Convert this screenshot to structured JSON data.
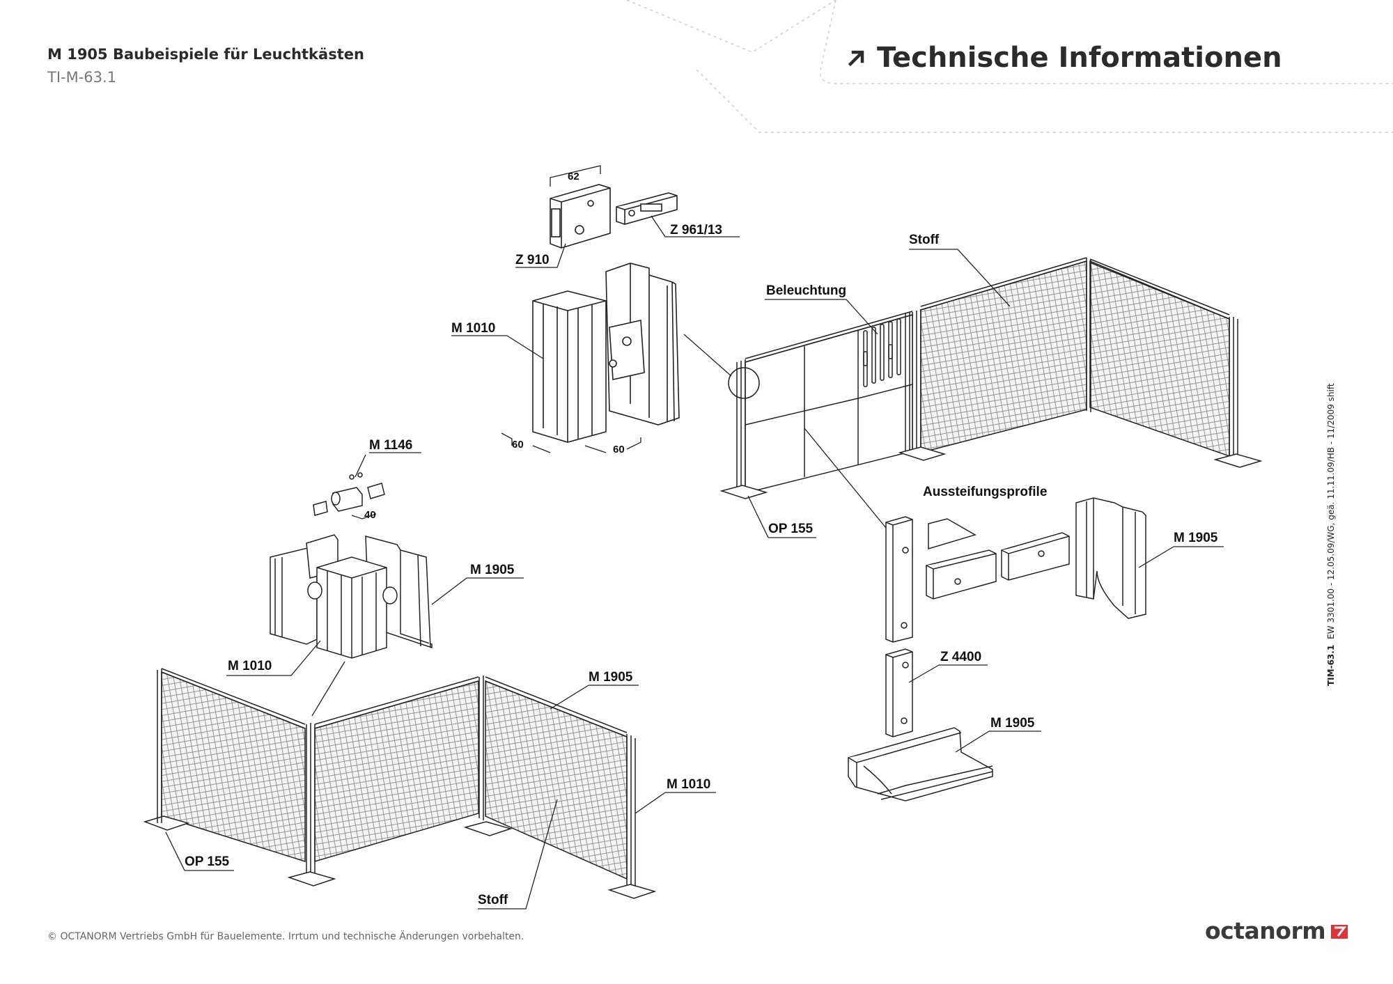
{
  "header": {
    "doc_title": "M 1905 Baubeispiele für Leuchtkästen",
    "doc_code": "TI-M-63.1",
    "section_title": "Technische Informationen",
    "arrow_icon": "arrow-up-right-icon"
  },
  "labels": {
    "z910": "Z 910",
    "z961": "Z 961/13",
    "m1010_top": "M 1010",
    "m1146": "M 1146",
    "m1905_mid": "M 1905",
    "m1010_mid": "M 1010",
    "m1905_bottom": "M 1905",
    "m1010_bottom": "M 1010",
    "op155_bottom": "OP 155",
    "stoff_bottom": "Stoff",
    "stoff_top": "Stoff",
    "beleuchtung": "Beleuchtung",
    "op155_right": "OP 155",
    "aussteifung": "Aussteifungsprofile",
    "m1905_right1": "M 1905",
    "z4400": "Z 4400",
    "m1905_right2": "M 1905"
  },
  "dimensions": {
    "d62": "62",
    "d60a": "60",
    "d60b": "60",
    "d40": "40"
  },
  "side_note": {
    "code": "TIM-63.1",
    "text": "EW 3301.00 - 12.05.09/WG, geä. 11.11.09/HB - 11/2009 shift"
  },
  "footer": {
    "copyright": "© OCTANORM Vertriebs GmbH für Bauelemente. Irrtum und technische Änderungen vorbehalten."
  },
  "brand": {
    "name": "octanorm",
    "logo_icon": "octanorm-logo-icon",
    "accent_color": "#e0323a"
  }
}
